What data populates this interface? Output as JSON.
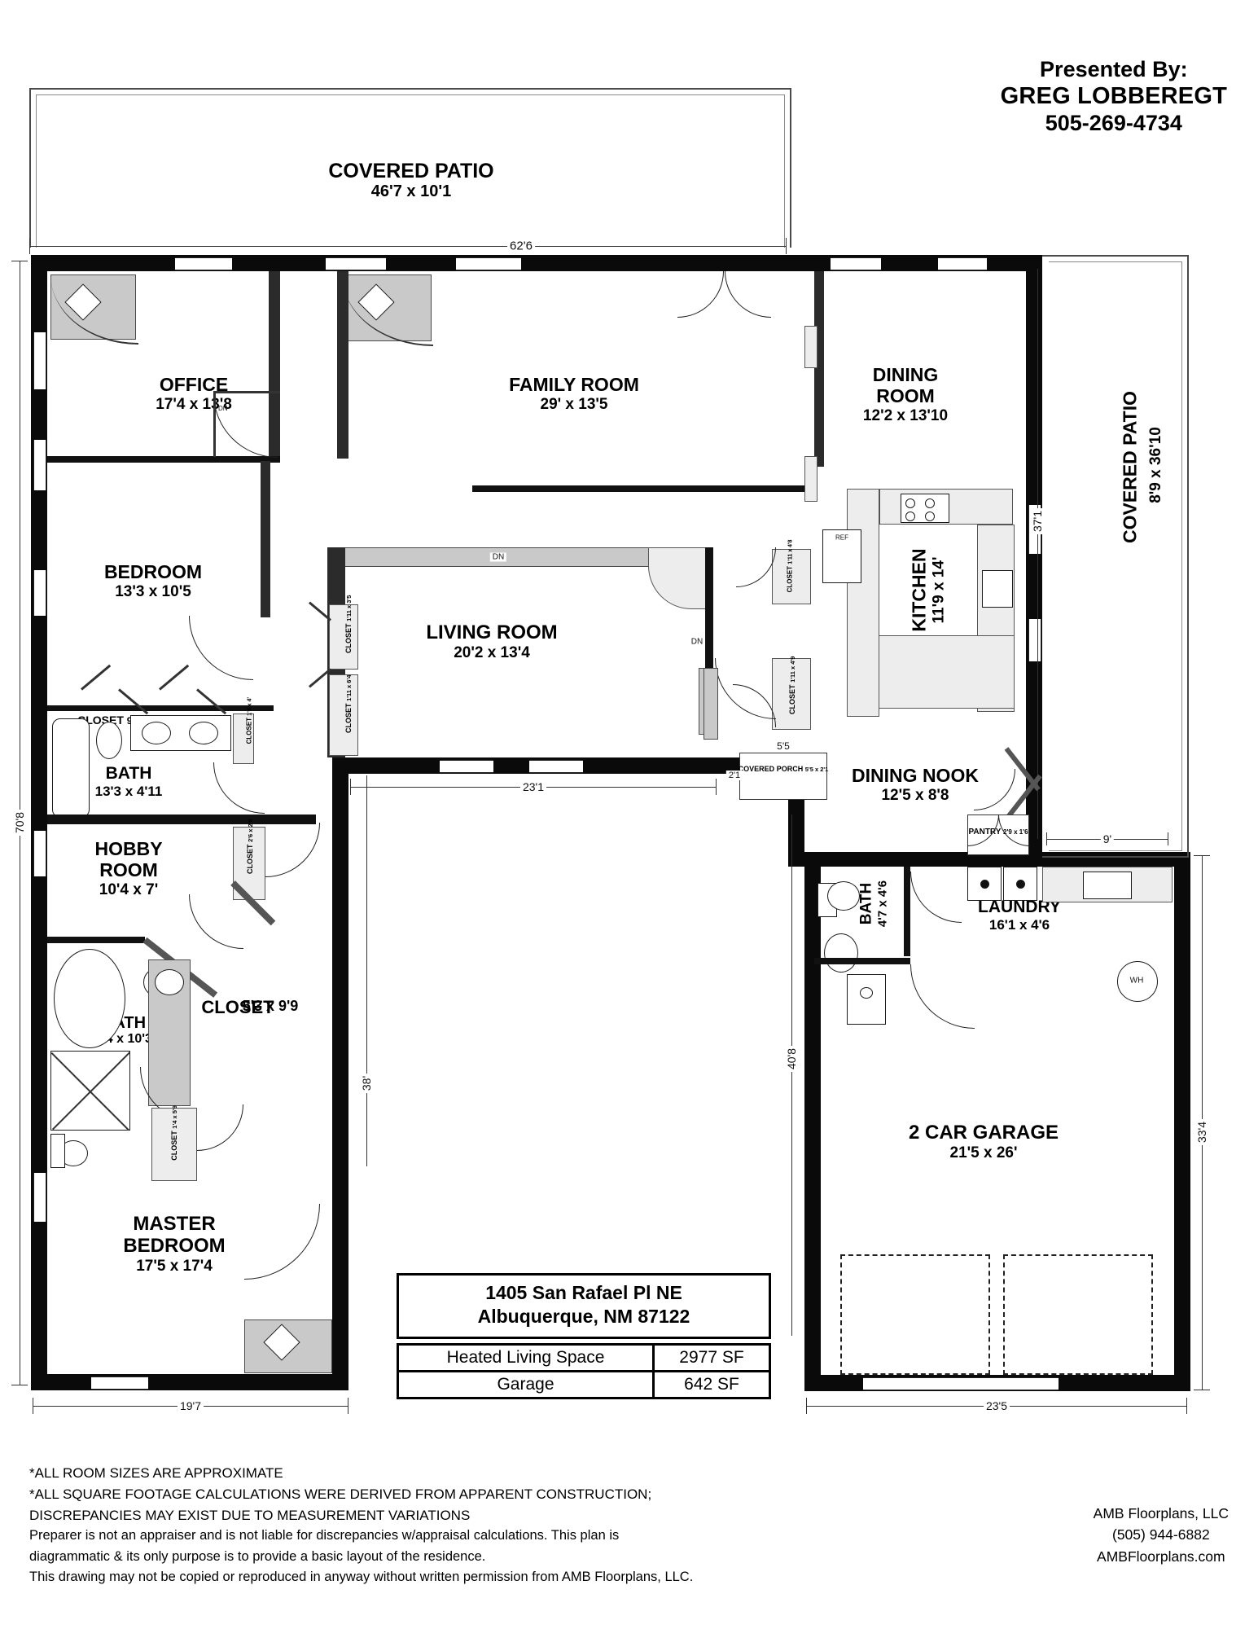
{
  "header": {
    "presented_by": "Presented By:",
    "agent": "GREG LOBBEREGT",
    "phone": "505-269-4734"
  },
  "address_block": {
    "street": "1405 San Rafael Pl NE",
    "city_state_zip": "Albuquerque, NM 87122",
    "rows": [
      {
        "label": "Heated Living Space",
        "value": "2977 SF"
      },
      {
        "label": "Garage",
        "value": "642 SF"
      }
    ]
  },
  "rooms": [
    {
      "name": "COVERED PATIO",
      "dim": "46'7 x 10'1"
    },
    {
      "name": "OFFICE",
      "dim": "17'4 x 13'8"
    },
    {
      "name": "FAMILY ROOM",
      "dim": "29' x 13'5"
    },
    {
      "name": "DINING",
      "name2": "ROOM",
      "dim": "12'2 x 13'10"
    },
    {
      "name": "BEDROOM",
      "dim": "13'3 x 10'5"
    },
    {
      "name": "LIVING ROOM",
      "dim": "20'2 x 13'4"
    },
    {
      "name": "KITCHEN",
      "dim": "11'9 x 14'"
    },
    {
      "name": "COVERED PATIO",
      "dim": "8'9 x 36'10"
    },
    {
      "name": "BATH",
      "dim": "13'3 x 4'11"
    },
    {
      "name": "HOBBY",
      "name2": "ROOM",
      "dim": "10'4 x 7'"
    },
    {
      "name": "DINING NOOK",
      "dim": "12'5 x 8'8"
    },
    {
      "name": "BATH",
      "dim": "8'4 x 10'3"
    },
    {
      "name": "CLOSET",
      "dim": "5'3 x 9'9"
    },
    {
      "name": "BATH",
      "dim": "4'7 x 4'6"
    },
    {
      "name": "LAUNDRY",
      "dim": "16'1 x 4'6"
    },
    {
      "name": "MASTER",
      "name2": "BEDROOM",
      "dim": "17'5 x 17'4"
    },
    {
      "name": "2 CAR GARAGE",
      "dim": "21'5 x 26'"
    }
  ],
  "room_labels": {
    "covered_patio_top": {
      "name": "COVERED PATIO",
      "dim": "46'7 x 10'1"
    },
    "office": {
      "name": "OFFICE",
      "dim": "17'4 x 13'8"
    },
    "family_room": {
      "name": "FAMILY ROOM",
      "dim": "29' x 13'5"
    },
    "dining_room": {
      "line1": "DINING",
      "line2": "ROOM",
      "dim": "12'2 x 13'10"
    },
    "bedroom": {
      "name": "BEDROOM",
      "dim": "13'3 x 10'5"
    },
    "living_room": {
      "name": "LIVING ROOM",
      "dim": "20'2 x 13'4"
    },
    "kitchen": {
      "name": "KITCHEN",
      "dim": "11'9 x 14'"
    },
    "covered_patio_right": {
      "name": "COVERED PATIO",
      "dim": "8'9 x 36'10"
    },
    "hall_bath": {
      "name": "BATH",
      "dim": "13'3 x 4'11"
    },
    "hobby_room": {
      "line1": "HOBBY",
      "line2": "ROOM",
      "dim": "10'4 x 7'"
    },
    "dining_nook": {
      "name": "DINING NOOK",
      "dim": "12'5 x 8'8"
    },
    "master_bath": {
      "name": "BATH",
      "dim": "8'4 x 10'3"
    },
    "master_closet": {
      "name": "CLOSET",
      "dim": "5'3 x 9'9"
    },
    "half_bath": {
      "name": "BATH",
      "dim": "4'7 x 4'6"
    },
    "laundry": {
      "name": "LAUNDRY",
      "dim": "16'1 x 4'6"
    },
    "master_bedroom": {
      "line1": "MASTER",
      "line2": "BEDROOM",
      "dim": "17'5 x 17'4"
    },
    "garage": {
      "name": "2 CAR GARAGE",
      "dim": "21'5 x 26'"
    },
    "covered_porch": {
      "line1": "COVERED",
      "line2": "PORCH",
      "dim": "5'5 x 2'1",
      "w": "5'5",
      "h": "2'1"
    },
    "pantry": {
      "name": "PANTRY",
      "dim": "2'9 x 1'6"
    }
  },
  "closets": [
    {
      "name": "CLOSET",
      "dim": "9' x 1'11"
    },
    {
      "name": "CLOSET",
      "dim": "1'11 x 3'5"
    },
    {
      "name": "CLOSET",
      "dim": "1'11 x 6'4"
    },
    {
      "name": "CLOSET",
      "dim": "1'11 x 4'8"
    },
    {
      "name": "CLOSET",
      "dim": "1'11 x 4'9"
    },
    {
      "name": "CLOSET",
      "dim": "2'6 x 2'6"
    },
    {
      "name": "CLOSET",
      "dim": "1'4 x 5'9"
    },
    {
      "name": "CLOSET",
      "dim": "5'3 x 9'9"
    }
  ],
  "closet_labels": {
    "bedroom_closet": {
      "name": "CLOSET",
      "dim": "9' x 1'11"
    },
    "living_closet_top": {
      "name": "CLOSET",
      "dim": "1'11 x 3'5"
    },
    "living_closet_bottom": {
      "name": "CLOSET",
      "dim": "1'11 x 6'4"
    },
    "kitchen_closet_upper": {
      "name": "CLOSET",
      "dim": "1'11 x 4'8"
    },
    "kitchen_closet_lower": {
      "name": "CLOSET",
      "dim": "1'11 x 4'9"
    },
    "bath_closet_small": {
      "name": "CLOSET",
      "dim": "1'4 x 4'"
    },
    "hall_closet": {
      "name": "CLOSET",
      "dim": "2'6 x 2'6"
    },
    "master_hall_closet": {
      "name": "CLOSET",
      "dim": "1'4 x 5'9"
    }
  },
  "dimensions": {
    "top_overall": "62'6",
    "left_overall": "70'8",
    "right_upper": "37'1",
    "right_lower": "40'8",
    "garage_right": "33'4",
    "garage_bottom": "23'5",
    "bottom_left": "19'7",
    "living_bottom": "23'1",
    "left_inner": "38'",
    "nook_right": "9'"
  },
  "annotations": {
    "dn_stairs_1": "DN",
    "dn_stairs_2": "DN",
    "dn_stairs_3": "DN",
    "water_heater": "WH",
    "ref": "REF"
  },
  "footer": {
    "line1": "*ALL ROOM SIZES ARE APPROXIMATE",
    "line2": "*ALL SQUARE FOOTAGE CALCULATIONS WERE DERIVED FROM APPARENT CONSTRUCTION;",
    "line3": "DISCREPANCIES MAY EXIST DUE TO MEASUREMENT VARIATIONS",
    "line4": "Preparer is not an appraiser and is not liable for discrepancies w/appraisal calculations.  This plan is",
    "line5": "diagrammatic & its only purpose is to provide a basic layout of the residence.",
    "line6": "This drawing may not be copied or reproduced in anyway without written permission from AMB Floorplans, LLC."
  },
  "company": {
    "name": "AMB Floorplans, LLC",
    "phone": "(505) 944-6882",
    "website": "AMBFloorplans.com"
  },
  "colors": {
    "wall": "#0a0a0a",
    "fixture_grey": "#c9c9c9",
    "paper": "#ffffff"
  }
}
